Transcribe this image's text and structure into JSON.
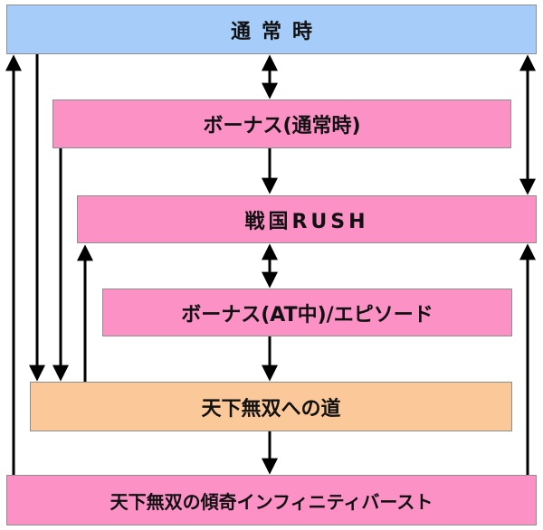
{
  "colors": {
    "normal_box": "#a6cdfa",
    "pink_box": "#fc91c6",
    "orange_box": "#fbc89a",
    "border": "#8e8e8e",
    "arrow": "#000000"
  },
  "nodes": {
    "tsujo": "通常時",
    "bonus_tsujo": "ボーナス(通常時)",
    "sengoku_rush": "戦国RUSH",
    "bonus_at_episode": "ボーナス(AT中)/エピソード",
    "tenka_michi": "天下無双への道",
    "tenka_burst": "天下無双の傾奇インフィニティバースト"
  },
  "edges": [
    {
      "from": "tsujo",
      "to": "bonus_tsujo",
      "direction": "both"
    },
    {
      "from": "bonus_tsujo",
      "to": "sengoku_rush",
      "direction": "forward"
    },
    {
      "from": "tsujo",
      "to": "sengoku_rush",
      "direction": "both"
    },
    {
      "from": "sengoku_rush",
      "to": "bonus_at_episode",
      "direction": "both"
    },
    {
      "from": "bonus_at_episode",
      "to": "tenka_michi",
      "direction": "forward"
    },
    {
      "from": "tsujo",
      "to": "tenka_michi",
      "direction": "forward"
    },
    {
      "from": "bonus_tsujo",
      "to": "tenka_michi",
      "direction": "forward"
    },
    {
      "from": "tenka_michi",
      "to": "sengoku_rush",
      "direction": "forward"
    },
    {
      "from": "tenka_michi",
      "to": "tenka_burst",
      "direction": "forward"
    },
    {
      "from": "tenka_burst",
      "to": "tsujo",
      "direction": "forward"
    },
    {
      "from": "tenka_burst",
      "to": "sengoku_rush",
      "direction": "forward"
    }
  ]
}
